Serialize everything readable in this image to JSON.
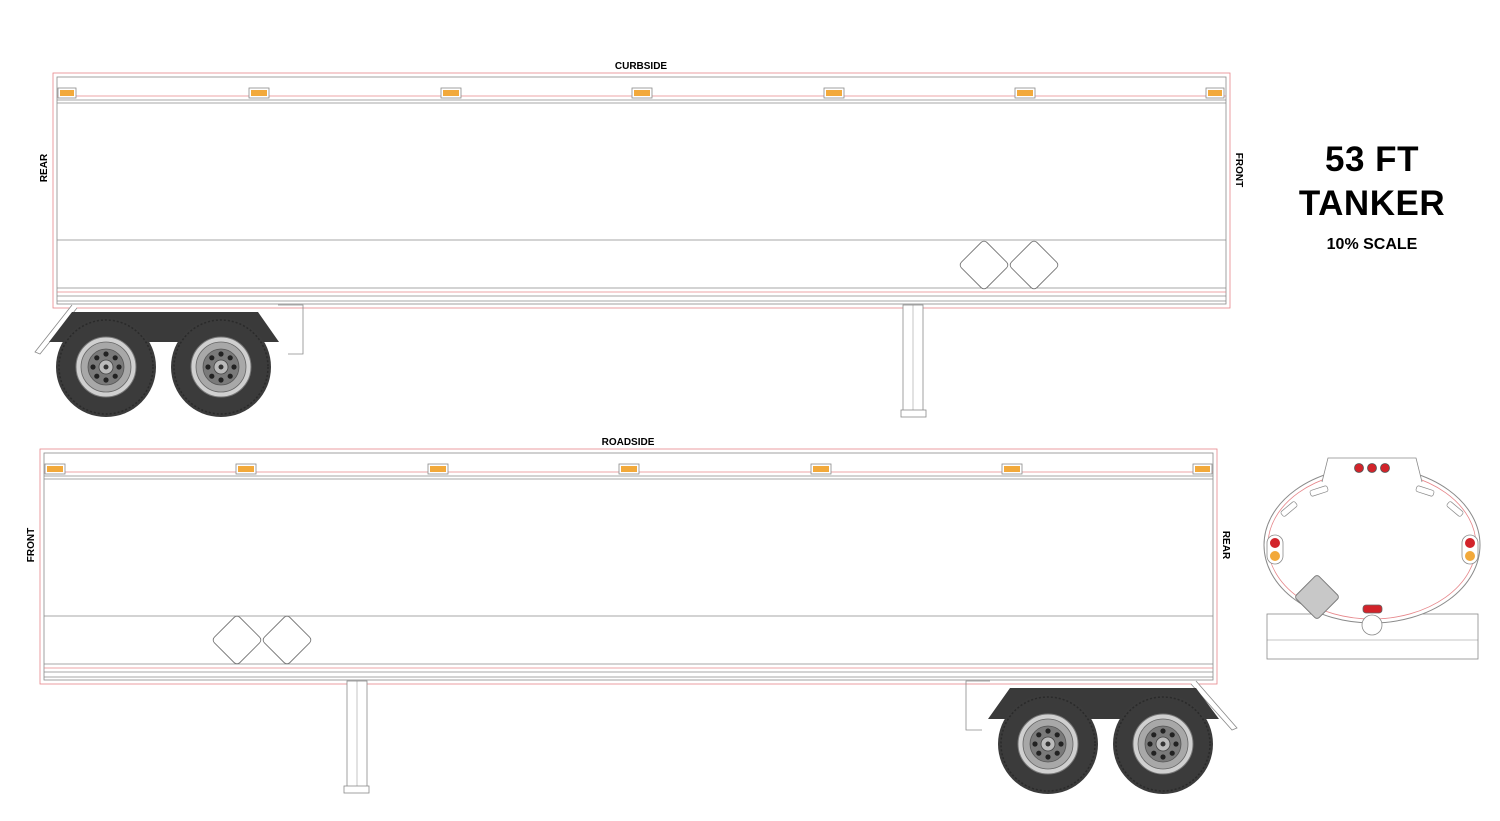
{
  "title": {
    "line1": "53 FT",
    "line2": "TANKER",
    "scale": "10% SCALE"
  },
  "curbside": {
    "label": "CURBSIDE",
    "left_label": "REAR",
    "right_label": "FRONT"
  },
  "roadside": {
    "label": "ROADSIDE",
    "left_label": "FRONT",
    "right_label": "REAR"
  },
  "colors": {
    "outline": "#8a8a8a",
    "bleed": "#e6868a",
    "marker_lamp": "#f2a93b",
    "fender": "#3a3a3a",
    "tire": "#3b3b3b",
    "tail_red": "#d2232a",
    "tail_amber": "#f2a93b",
    "plate": "#c8c8c8"
  },
  "icons": {
    "marker_lamp": "marker-lamp-icon",
    "placard": "placard-diamond-icon",
    "wheel": "wheel-icon",
    "tail_light": "tail-light-icon"
  }
}
